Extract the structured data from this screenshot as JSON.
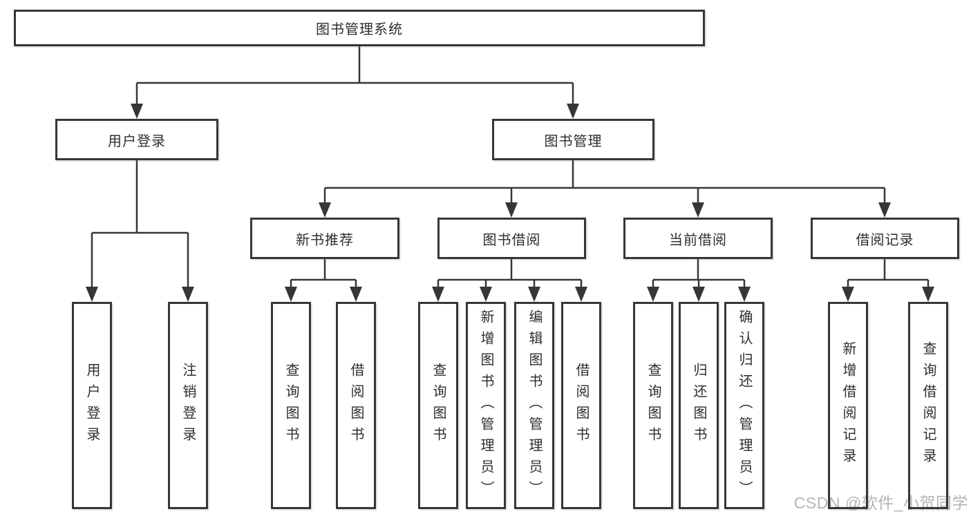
{
  "diagram": {
    "tree": {
      "label": "图书管理系统",
      "children": [
        {
          "label": "用户登录",
          "children": [
            {
              "label": "用户登录"
            },
            {
              "label": "注销登录"
            }
          ]
        },
        {
          "label": "图书管理",
          "children": [
            {
              "label": "新书推荐",
              "children": [
                {
                  "label": "查询图书"
                },
                {
                  "label": "借阅图书"
                }
              ]
            },
            {
              "label": "图书借阅",
              "children": [
                {
                  "label": "查询图书"
                },
                {
                  "label": "新增图书（管理员）"
                },
                {
                  "label": "编辑图书（管理员）"
                },
                {
                  "label": "借阅图书"
                }
              ]
            },
            {
              "label": "当前借阅",
              "children": [
                {
                  "label": "查询图书"
                },
                {
                  "label": "归还图书"
                },
                {
                  "label": "确认归还（管理员）"
                }
              ]
            },
            {
              "label": "借阅记录",
              "children": [
                {
                  "label": "新增借阅记录"
                },
                {
                  "label": "查询借阅记录"
                }
              ]
            }
          ]
        }
      ]
    }
  },
  "watermark": "CSDN @软件_小贺同学",
  "colors": {
    "line": "#363636",
    "text": "#2e2e2e",
    "watermark": "#b5b5b5",
    "background": "#ffffff"
  }
}
